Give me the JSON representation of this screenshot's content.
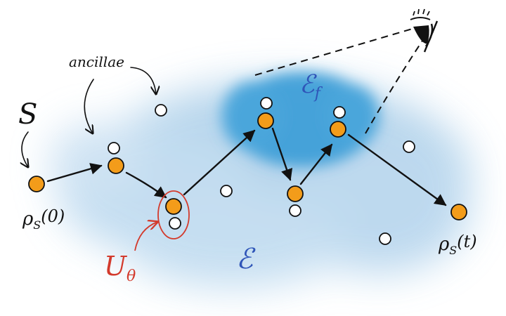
{
  "labels": {
    "system": "S",
    "ancillae": "ancillae",
    "initial_state": {
      "base": "ρ",
      "sub": "S",
      "arg": "(0)"
    },
    "final_state": {
      "base": "ρ",
      "sub": "S",
      "arg": "(t)"
    },
    "unitary": {
      "base": "U",
      "sub": "θ"
    },
    "environment": "ℰ",
    "environment_part": {
      "base": "ℰ",
      "sub": "f"
    }
  },
  "colors": {
    "system_dot": "#f39c1a",
    "ancilla_dot": "#ffffff",
    "environment_wash": "#a9cde8",
    "environment_part_wash": "#3f9fd8",
    "unitary_annotation": "#d33a2c",
    "environment_label": "#2f55b8",
    "ink": "#111111"
  },
  "icons": {
    "observer": "eye-icon"
  }
}
